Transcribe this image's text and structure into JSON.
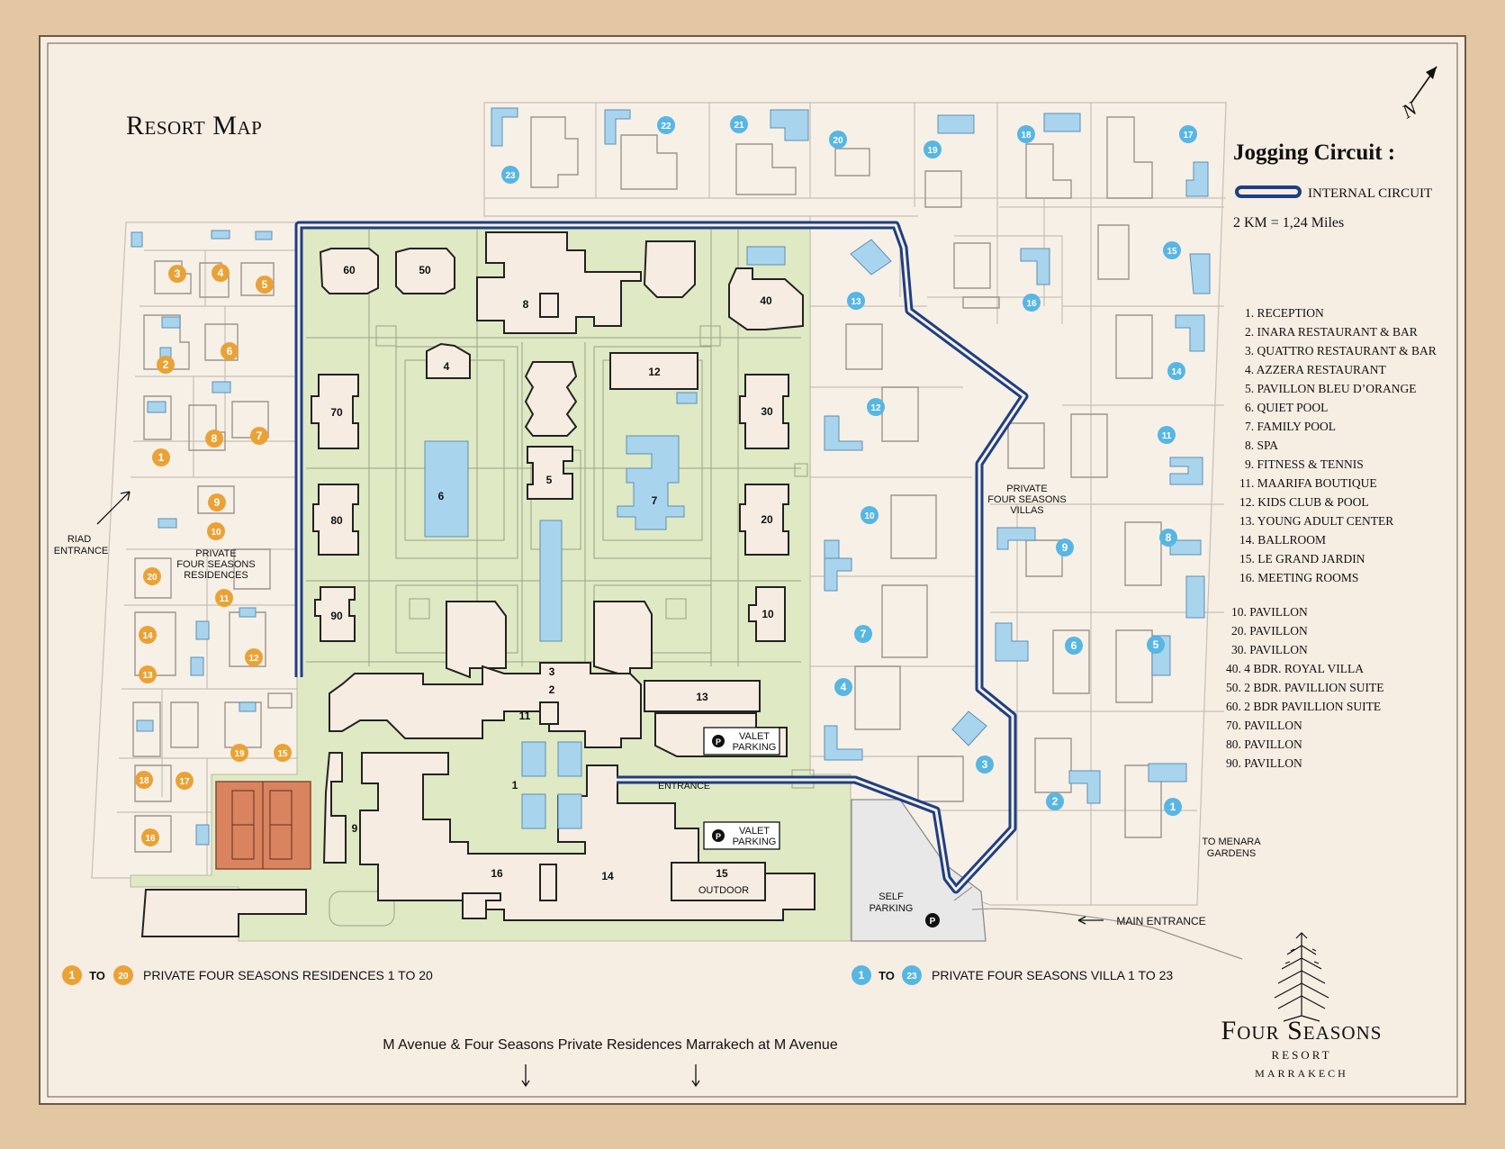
{
  "title": "Resort Map",
  "jogging": {
    "title": "Jogging Circuit :",
    "internal_circuit": "INTERNAL CIRCUIT",
    "distance": "2 KM = 1,24 Miles"
  },
  "legend_facilities": [
    "1. RECEPTION",
    "2. INARA RESTAURANT & BAR",
    "3. QUATTRO RESTAURANT & BAR",
    "4. AZZERA RESTAURANT",
    "5. PAVILLON BLEU D’ORANGE",
    "6. QUIET POOL",
    "7. FAMILY POOL",
    "8. SPA",
    "9. FITNESS & TENNIS",
    "11. MAARIFA BOUTIQUE",
    "12. KIDS CLUB & POOL",
    "13. YOUNG ADULT CENTER",
    "14. BALLROOM",
    "15. LE GRAND JARDIN",
    "16. MEETING ROOMS"
  ],
  "legend_pavilions": [
    "10. PAVILLON",
    "20. PAVILLON",
    "30. PAVILLON",
    "40. 4 BDR. ROYAL VILLA",
    "50. 2 BDR. PAVILLION SUITE",
    "60. 2 BDR PAVILLION SUITE",
    "70. PAVILLON",
    "80. PAVILLON",
    "90. PAVILLON"
  ],
  "colors": {
    "background": "#e3c7a2",
    "paper": "#f6ede3",
    "garden": "#dfe9c3",
    "pool": "#a9d4ee",
    "circuit": "#1e3f83",
    "residence_marker": "#eaa236",
    "villa_marker": "#58b6e3",
    "tennis": "#d9835f"
  },
  "areas": {
    "riad_entrance": [
      "RIAD",
      "ENTRANCE"
    ],
    "residences": [
      "PRIVATE",
      "FOUR SEASONS",
      "RESIDENCES"
    ],
    "villas": [
      "PRIVATE",
      "FOUR SEASONS",
      "VILLAS"
    ],
    "to_menara": [
      "TO MENARA",
      "GARDENS"
    ],
    "main_entrance": "MAIN ENTRANCE",
    "entrance": "ENTRANCE",
    "valet_parking": [
      "VALET",
      "PARKING"
    ],
    "self_parking": [
      "SELF",
      "PARKING"
    ],
    "outdoor": "OUTDOOR"
  },
  "building_labels": {
    "b60": "60",
    "b50": "50",
    "b8": "8",
    "b40": "40",
    "b4": "4",
    "b12": "12",
    "b70": "70",
    "b30": "30",
    "b6": "6",
    "b5": "5",
    "b7": "7",
    "b80": "80",
    "b20": "20",
    "b90": "90",
    "b10": "10",
    "b3": "3",
    "b2": "2",
    "b11": "11",
    "b13": "13",
    "b1": "1",
    "b9": "9",
    "b16": "16",
    "b14": "14",
    "b15": "15"
  },
  "residence_markers": [
    "3",
    "4",
    "5",
    "6",
    "2",
    "8",
    "7",
    "1",
    "9",
    "10",
    "20",
    "11",
    "14",
    "12",
    "13",
    "19",
    "15",
    "18",
    "17",
    "16"
  ],
  "villa_markers": [
    "23",
    "22",
    "21",
    "20",
    "19",
    "18",
    "17",
    "13",
    "16",
    "15",
    "12",
    "14",
    "11",
    "10",
    "9",
    "8",
    "7",
    "6",
    "5",
    "4",
    "3",
    "2",
    "1"
  ],
  "bottom_legend": {
    "residences": {
      "from": "1",
      "to": "20",
      "word": "TO",
      "text": "PRIVATE FOUR SEASONS RESIDENCES 1 TO 20"
    },
    "villas": {
      "from": "1",
      "to": "23",
      "word": "TO",
      "text": "PRIVATE FOUR SEASONS VILLA 1 TO 23"
    }
  },
  "m_avenue": "M Avenue &  Four Seasons Private Residences Marrakech at M Avenue",
  "north_label": "N",
  "brand": {
    "name": "Four Seasons",
    "line2": "RESORT",
    "line3": "MARRAKECH"
  }
}
